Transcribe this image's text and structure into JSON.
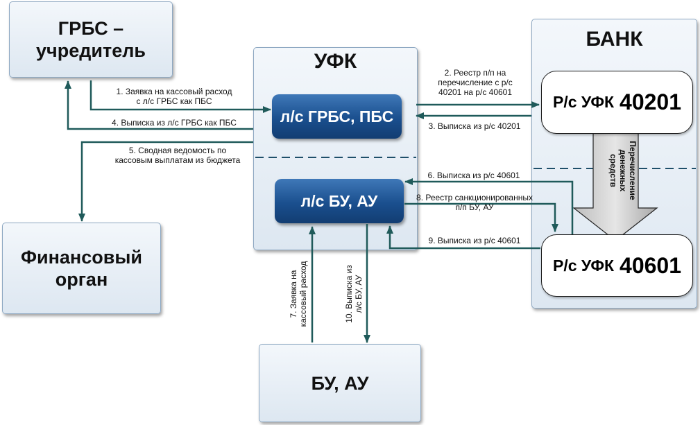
{
  "blocks": {
    "grbs": [
      "ГРБС –",
      "учредитель"
    ],
    "fin": [
      "Финансовый",
      "орган"
    ],
    "buau": "БУ, АУ",
    "ufk_title": "УФК",
    "bank_title": "БАНК",
    "ls_grbs": "л/с ГРБС, ПБС",
    "ls_buau": "л/с БУ, АУ",
    "rs1_prefix": "Р/с УФК",
    "rs1_num": "40201",
    "rs2_prefix": "Р/с УФК",
    "rs2_num": "40601",
    "transfer": [
      "Перечисление",
      "денежных",
      "средств"
    ]
  },
  "flows": {
    "f1": [
      "1. Заявка на кассовый расход",
      "с л/с ГРБС как ПБС"
    ],
    "f2": [
      "2. Реестр п/п на",
      "перечисление с р/с",
      "40201 на р/с 40601"
    ],
    "f3": "3. Выписка из р/с 40201",
    "f4": "4. Выписка из л/с ГРБС как ПБС",
    "f5": [
      "5. Сводная ведомость по",
      "кассовым выплатам из бюджета"
    ],
    "f6": "6. Выписка из р/с 40601",
    "f7": [
      "7. Заявка на",
      "кассовый расход"
    ],
    "f8": [
      "8. Реестр санкционированных",
      "п/п БУ, АУ"
    ],
    "f9": "9. Выписка из р/с 40601",
    "f10": [
      "10. Выписка из",
      "л/с БУ, АУ"
    ]
  },
  "colors": {
    "arrow": "#1f5a5a",
    "pill": "#1a4f8e",
    "panel_border": "#8ea8c2"
  }
}
